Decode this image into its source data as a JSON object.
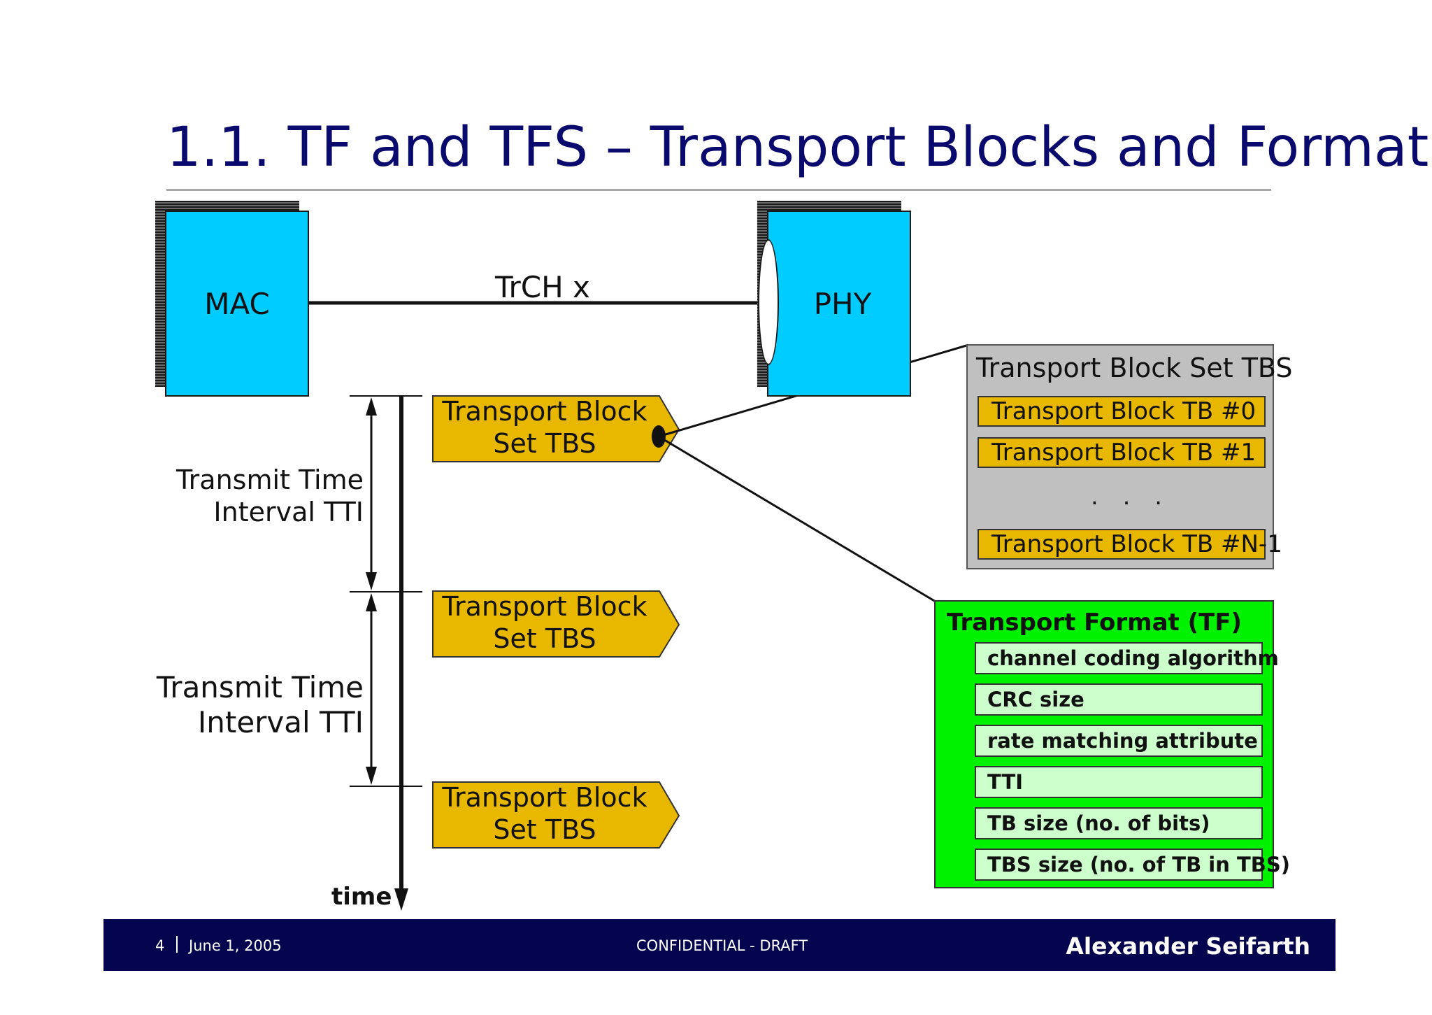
{
  "title": "1.1. TF and TFS – Transport Blocks and Format",
  "diagram": {
    "mac_label": "MAC",
    "phy_label": "PHY",
    "channel_label": "TrCH x",
    "tti_label_line1": "Transmit Time",
    "tti_label_line2": "Interval TTI",
    "time_label": "time",
    "tbs_tags": [
      {
        "line1": "Transport Block",
        "line2": "Set TBS"
      },
      {
        "line1": "Transport Block",
        "line2": "Set TBS"
      },
      {
        "line1": "Transport Block",
        "line2": "Set TBS"
      }
    ],
    "tbs_panel": {
      "title": "Transport Block Set TBS",
      "rows": [
        "Transport Block TB #0",
        "Transport Block TB #1",
        "Transport Block TB #N-1"
      ],
      "ellipsis": ". . ."
    },
    "tf_panel": {
      "title": "Transport Format (TF)",
      "rows": [
        "channel coding algorithm",
        "CRC size",
        "rate matching attribute",
        "TTI",
        "TB size (no. of bits)",
        "TBS size (no. of TB in TBS)"
      ]
    },
    "colors": {
      "block_fill": "#00ccff",
      "tag_fill": "#e8b800",
      "tbs_panel_fill": "#c0c0c0",
      "tf_panel_fill": "#00f200",
      "tf_row_fill": "#ccffcc",
      "title_color": "#0a0a6e",
      "footer_fill": "#04044f"
    }
  },
  "footer": {
    "page_number": "4",
    "date": "June 1, 2005",
    "center": "CONFIDENTIAL - DRAFT",
    "author": "Alexander Seifarth"
  }
}
